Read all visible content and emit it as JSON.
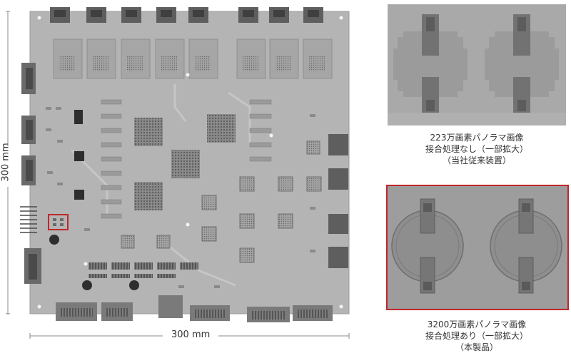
{
  "dimensions": {
    "vertical_label": "300 mm",
    "horizontal_label": "300 mm"
  },
  "comparison": {
    "conventional": {
      "line1": "223万画素パノラマ画像",
      "line2": "接合処理なし（一部拡大）",
      "line3": "（当社従来装置）"
    },
    "product": {
      "line1": "3200万画素パノラマ画像",
      "line2": "接合処理あり（一部拡大）",
      "line3": "（本製品）"
    }
  },
  "colors": {
    "highlight": "#c0262c",
    "board": "#b4b4b4"
  }
}
